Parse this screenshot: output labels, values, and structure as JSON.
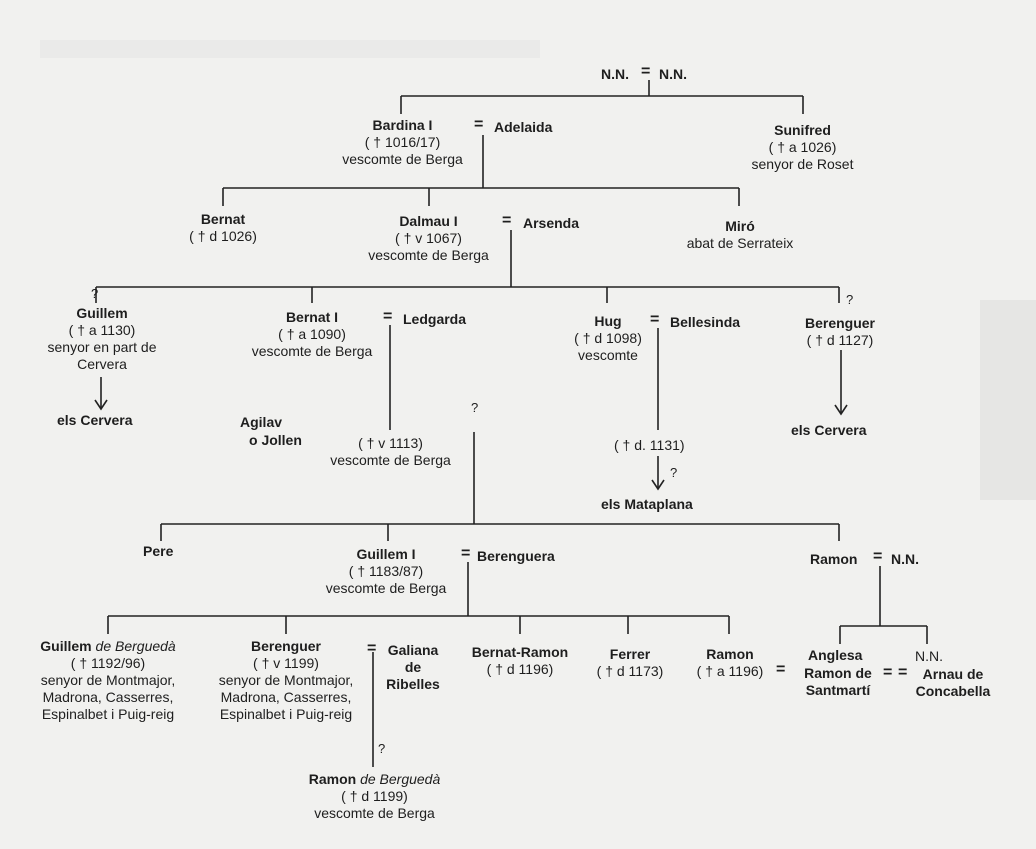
{
  "page": {
    "background": "#f1f1ef",
    "ink": "#1e1e1e"
  },
  "tree": {
    "root": {
      "a": "N.N.",
      "b": "N.N."
    },
    "bardina": {
      "name": "Bardina I",
      "dates": "( † 1016/17)",
      "title": "vescomte de Berga",
      "spouse": "Adelaida"
    },
    "sunifred": {
      "name": "Sunifred",
      "dates": "( † a 1026)",
      "title": "senyor de Roset"
    },
    "bernat_son": {
      "name": "Bernat",
      "dates": "( † d 1026)"
    },
    "dalmau": {
      "name": "Dalmau I",
      "dates": "( † v 1067)",
      "title": "vescomte de Berga",
      "spouse": "Arsenda"
    },
    "miro": {
      "name": "Miró",
      "title": "abat de Serrateix"
    },
    "guillem_a": {
      "name": "Guillem",
      "dates": "( † a 1130)",
      "title1": "senyor en part de",
      "title2": "Cervera",
      "descend": "els Cervera"
    },
    "bernat_i": {
      "name": "Bernat I",
      "dates": "( † a 1090)",
      "title": "vescomte de Berga",
      "spouse": "Ledgarda"
    },
    "hug": {
      "name": "Hug",
      "dates": "( † d 1098)",
      "title": "vescomte",
      "spouse": "Bellesinda",
      "child_dates": "( † d. 1131)",
      "descend": "els Mataplana"
    },
    "berenguer_a": {
      "name": "Berenguer",
      "dates": "( † d 1127)",
      "descend": "els Cervera"
    },
    "agilav": {
      "line1": "Agilav",
      "line2": "o Jollen"
    },
    "mid": {
      "dates": "( † v 1113)",
      "title": "vescomte de Berga"
    },
    "pere": {
      "name": "Pere"
    },
    "guillem_i": {
      "name": "Guillem I",
      "dates": "( † 1183/87)",
      "title": "vescomte de Berga",
      "spouse": "Berenguera"
    },
    "ramon_a": {
      "name": "Ramon",
      "spouse": "N.N."
    },
    "guillem_b": {
      "name": "Guillem",
      "name_it": "de Berguedà",
      "dates": "( † 1192/96)",
      "t1": "senyor de Montmajor,",
      "t2": "Madrona, Casserres,",
      "t3": "Espinalbet i Puig-reig"
    },
    "berenguer_b": {
      "name": "Berenguer",
      "dates": "( † v 1199)",
      "t1": "senyor de Montmajor,",
      "t2": "Madrona, Casserres,",
      "t3": "Espinalbet i Puig-reig",
      "spouse1": "Galiana",
      "spouse2": "de",
      "spouse3": "Ribelles"
    },
    "bernat_ramon": {
      "name": "Bernat-Ramon",
      "dates": "( † d 1196)"
    },
    "ferrer": {
      "name": "Ferrer",
      "dates": "( † d 1173)"
    },
    "ramon_b": {
      "name": "Ramon",
      "dates": "( † a 1196)"
    },
    "anglesa": {
      "name": "Anglesa",
      "spouse1": "Ramon de",
      "spouse2": "Santmartí"
    },
    "nn_child": {
      "name": "N.N.",
      "spouse1": "Arnau de",
      "spouse2": "Concabella"
    },
    "ramon_c": {
      "name": "Ramon",
      "name_it": "de Berguedà",
      "dates": "( † d 1199)",
      "title": "vescomte de Berga"
    },
    "marks": {
      "q": "?",
      "eq": "="
    }
  }
}
